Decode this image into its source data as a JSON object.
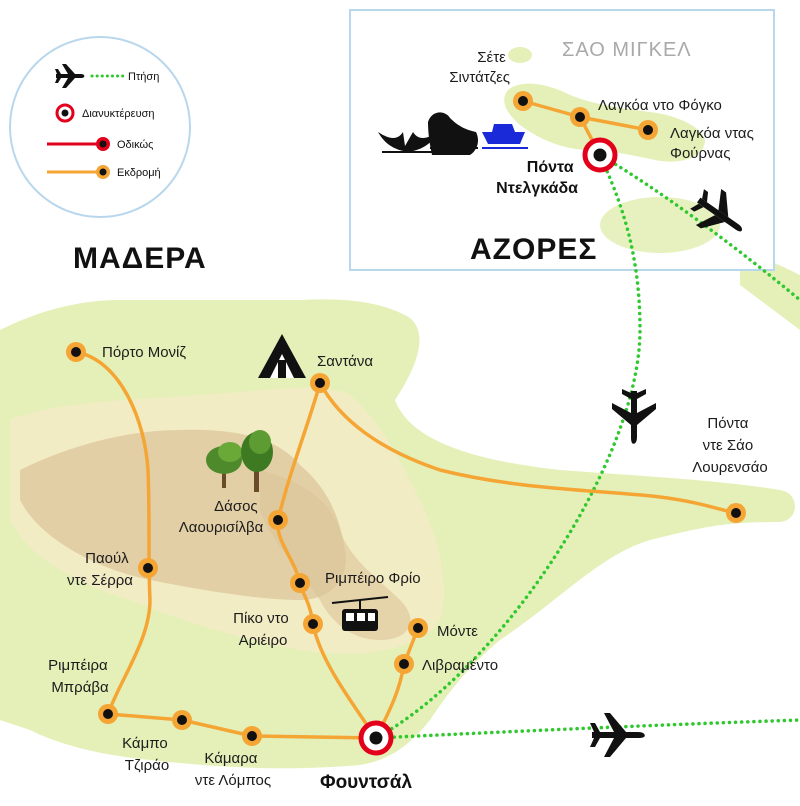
{
  "legend": {
    "items": [
      {
        "icon": "airplane-icon",
        "label": "Πτήση",
        "color": "#2fc82f"
      },
      {
        "icon": "overnight-marker-icon",
        "label": "Διανυκτέρευση",
        "color": "#e3001b"
      },
      {
        "icon": "road-marker-icon",
        "label": "Οδικώς",
        "color": "#e3001b"
      },
      {
        "icon": "excursion-marker-icon",
        "label": "Εκδρομή",
        "color": "#f5a534"
      }
    ]
  },
  "regions": {
    "madeira": "ΜΑΔΕΡΑ",
    "azores": "ΑΖΟΡΕΣ",
    "sao_miguel": "ΣΑΟ ΜΙΓΚΕΛ"
  },
  "places": {
    "sete_cidades": [
      "Σέτε",
      "Σιντάτζες"
    ],
    "lagoa_fogo": "Λαγκόα ντο Φόγκο",
    "lagoa_furnas": [
      "Λαγκόα ντας",
      "Φούρνας"
    ],
    "ponta_delgada": [
      "Πόντα",
      "Ντελγκάδα"
    ],
    "porto_moniz": "Πόρτο Μονίζ",
    "santana": "Σαντάνα",
    "ponta_sao_lourenco": [
      "Πόντα",
      "ντε Σάο",
      "Λουρενσάο"
    ],
    "laurisilva": [
      "Δάσος",
      "Λαουρισίλβα"
    ],
    "paul_serra": [
      "Παούλ",
      "ντε Σέρρα"
    ],
    "ribeiro_frio": "Ριμπέιρο Φρίο",
    "pico_arieiro": [
      "Πίκο ντο",
      "Αριέιρο"
    ],
    "monte": "Μόντε",
    "livramento": "Λιβραμέντο",
    "ribeira_brava": [
      "Ριμπέιρα",
      "Μπράβα"
    ],
    "campo_tirao": [
      "Κάμπο",
      "Τζιράο"
    ],
    "camara_lobos": [
      "Κάμαρα",
      "ντε Λόμπος"
    ],
    "funchal": "Φουντσάλ"
  },
  "colors": {
    "route_orange": "#f5a534",
    "overnight_red": "#e3001b",
    "flight_green": "#2fc82f",
    "land_light": "#e4f0b8",
    "land_mid": "#f2ecc4",
    "land_dark": "#dcc39a",
    "inset_border": "#b9d7ec"
  }
}
